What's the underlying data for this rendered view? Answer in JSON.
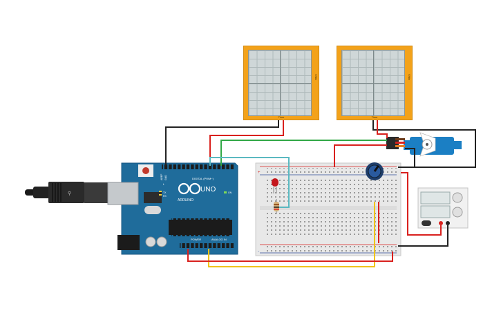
{
  "scope_left": {
    "time_label": "Time",
    "volt_label": "V/div"
  },
  "scope_right": {
    "time_label": "Time",
    "volt_label": "V/div"
  },
  "arduino": {
    "logo_text": "ARDUINO",
    "model_text": "UNO",
    "digital_label": "DIGITAL (PWM~)",
    "power_label": "POWER",
    "analog_label": "ANALOG IN",
    "aref_label": "AREF",
    "gnd_label": "GND",
    "tx_label": "TX",
    "rx_label": "RX",
    "on_label": "ON",
    "l_label": "L"
  },
  "breadboard": {
    "plus_label": "+",
    "minus_label": "-"
  },
  "colors": {
    "wire_red": "#d9201d",
    "wire_black": "#222222",
    "wire_green": "#31a846",
    "wire_teal": "#5ab9c1",
    "wire_yellow": "#f0c419",
    "arduino_blue": "#1f6c9b",
    "servo_blue": "#1b7fc4",
    "scope_orange": "#f3a21a"
  }
}
